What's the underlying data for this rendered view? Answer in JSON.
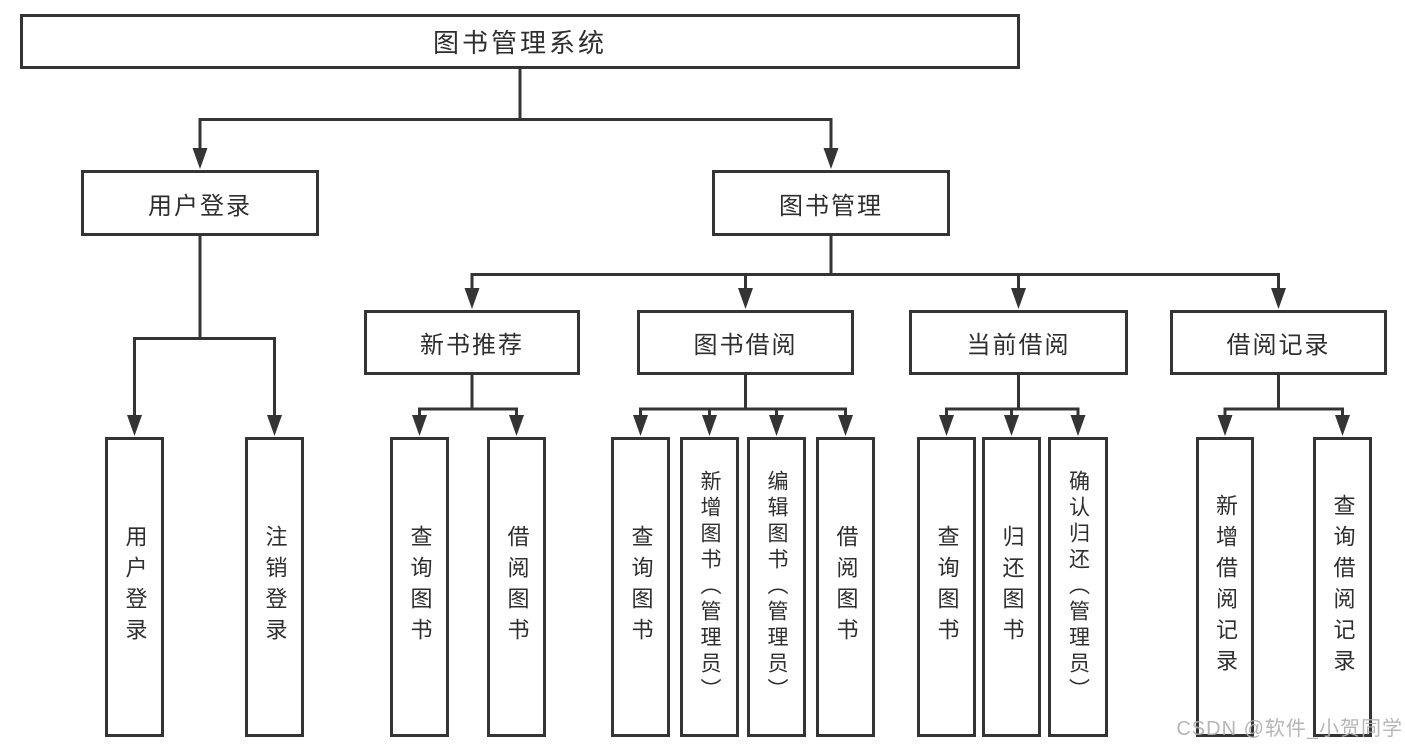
{
  "tree": {
    "root": {
      "label": "图书管理系统",
      "children": [
        {
          "label": "用户登录",
          "children": [
            {
              "label": "用户登录"
            },
            {
              "label": "注销登录"
            }
          ]
        },
        {
          "label": "图书管理",
          "children": [
            {
              "label": "新书推荐",
              "children": [
                {
                  "label": "查询图书"
                },
                {
                  "label": "借阅图书"
                }
              ]
            },
            {
              "label": "图书借阅",
              "children": [
                {
                  "label": "查询图书"
                },
                {
                  "label": "新增图书（管理员）"
                },
                {
                  "label": "编辑图书（管理员）"
                },
                {
                  "label": "借阅图书"
                }
              ]
            },
            {
              "label": "当前借阅",
              "children": [
                {
                  "label": "查询图书"
                },
                {
                  "label": "归还图书"
                },
                {
                  "label": "确认归还（管理员）"
                }
              ]
            },
            {
              "label": "借阅记录",
              "children": [
                {
                  "label": "新增借阅记录"
                },
                {
                  "label": "查询借阅记录"
                }
              ]
            }
          ]
        }
      ]
    }
  },
  "watermark": {
    "text": "CSDN @软件_小贺同学"
  },
  "colors": {
    "line": "#343434",
    "text": "#2e2e2e",
    "background": "#ffffff",
    "watermark": "#b0b0b0"
  }
}
